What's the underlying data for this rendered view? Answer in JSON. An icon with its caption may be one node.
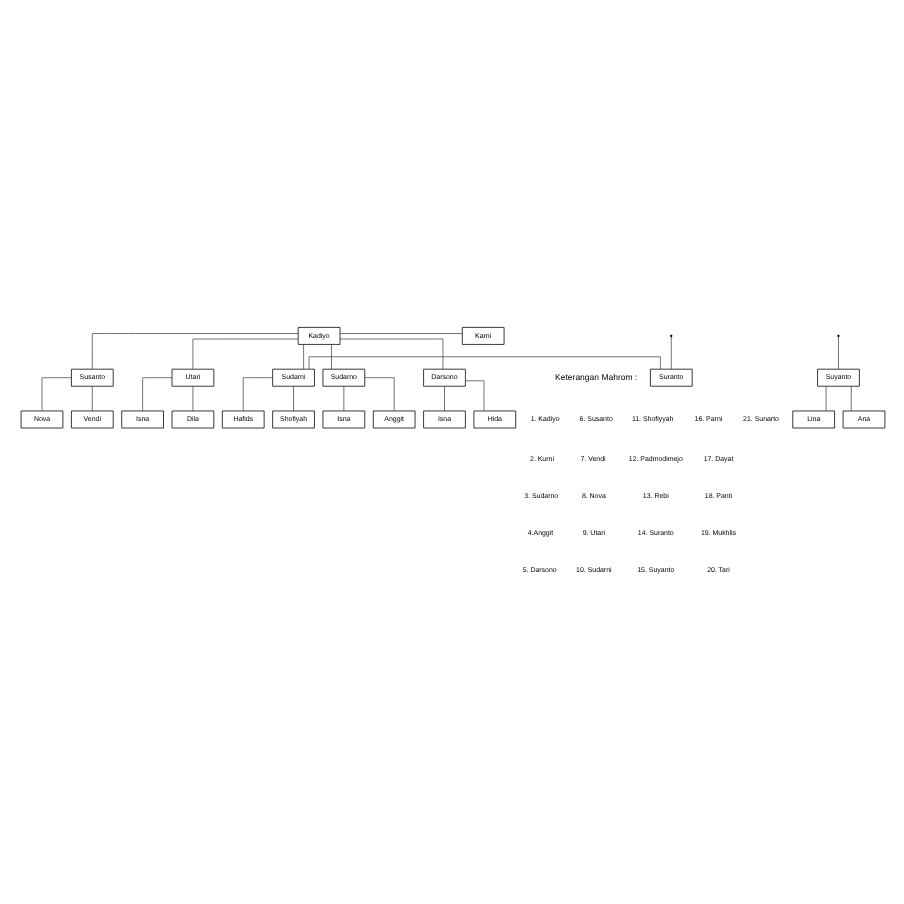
{
  "diagram": {
    "nodes": [
      {
        "text": [
          "Kadiyo"
        ]
      },
      {
        "text": [
          "Karni"
        ]
      },
      {
        "text": [
          "Sudarno"
        ]
      },
      {
        "text": [
          "Darsono"
        ]
      },
      {
        "text": [
          "Susanto"
        ]
      },
      {
        "text": [
          "Utari"
        ]
      },
      {
        "text": [
          "Sudarni"
        ]
      },
      {
        "text": [
          "Suranto"
        ]
      },
      {
        "text": [
          "Suyanto"
        ]
      },
      {
        "text": [
          "Anggit"
        ]
      },
      {
        "text": [
          "Isna"
        ]
      },
      {
        "text": [
          "Hida"
        ]
      },
      {
        "text": [
          "Isna"
        ]
      },
      {
        "text": [
          "Vendi"
        ]
      },
      {
        "text": [
          "Nova"
        ]
      },
      {
        "text": [
          "Dila"
        ]
      },
      {
        "text": [
          "Isna"
        ]
      },
      {
        "text": [
          "Shofiyah"
        ]
      },
      {
        "text": [
          "Hafids"
        ]
      },
      {
        "text": [
          "Lina"
        ]
      },
      {
        "text": [
          "Ana"
        ]
      }
    ],
    "edges": [
      {
        "from": 0,
        "to": 1,
        "arrow": "none"
      },
      {
        "from": 0,
        "to": 2,
        "arrow": "none"
      },
      {
        "from": 0,
        "to": 3,
        "arrow": "none"
      },
      {
        "from": 0,
        "to": 4,
        "arrow": "none"
      },
      {
        "from": 0,
        "to": 5,
        "arrow": "none"
      },
      {
        "from": 0,
        "to": 6,
        "arrow": "none"
      },
      {
        "from": null,
        "to": 7,
        "arrow": "none"
      },
      {
        "from": null,
        "to": 8,
        "arrow": "none"
      },
      {
        "from": 6,
        "to": 7,
        "arrow": "none"
      },
      {
        "from": 2,
        "to": 9,
        "arrow": "none"
      },
      {
        "from": 2,
        "to": 10,
        "arrow": "none"
      },
      {
        "from": 3,
        "to": 11,
        "arrow": "none"
      },
      {
        "from": 3,
        "to": 12,
        "arrow": "none"
      },
      {
        "from": 4,
        "to": 13,
        "arrow": "none"
      },
      {
        "from": 4,
        "to": 14,
        "arrow": "none"
      },
      {
        "from": 5,
        "to": 15,
        "arrow": "none"
      },
      {
        "from": 5,
        "to": 16,
        "arrow": "none"
      },
      {
        "from": 6,
        "to": 17,
        "arrow": "none"
      },
      {
        "from": 6,
        "to": 18,
        "arrow": "none"
      },
      {
        "from": 8,
        "to": 19,
        "arrow": "none"
      },
      {
        "from": 8,
        "to": 20,
        "arrow": "none"
      }
    ],
    "labels": [
      "Keterangan Mahrom :",
      "1. Kadiyo",
      "2. Kurni",
      "3. Sudarno",
      "4.Anggit",
      "5. Darsono",
      "6. Susanto",
      "7. Vendi",
      "8. Nova",
      "9. Utari",
      "10. Sudarni",
      "11. Shofiyyah",
      "12. Padmodimejo",
      "13. Rebi",
      "14. Suranto",
      "15. Suyanto",
      "16. Parni",
      "17. Dayat",
      "18. Panti",
      "19. Mukhlis",
      "20. Tari",
      "21. Sunarto"
    ]
  }
}
